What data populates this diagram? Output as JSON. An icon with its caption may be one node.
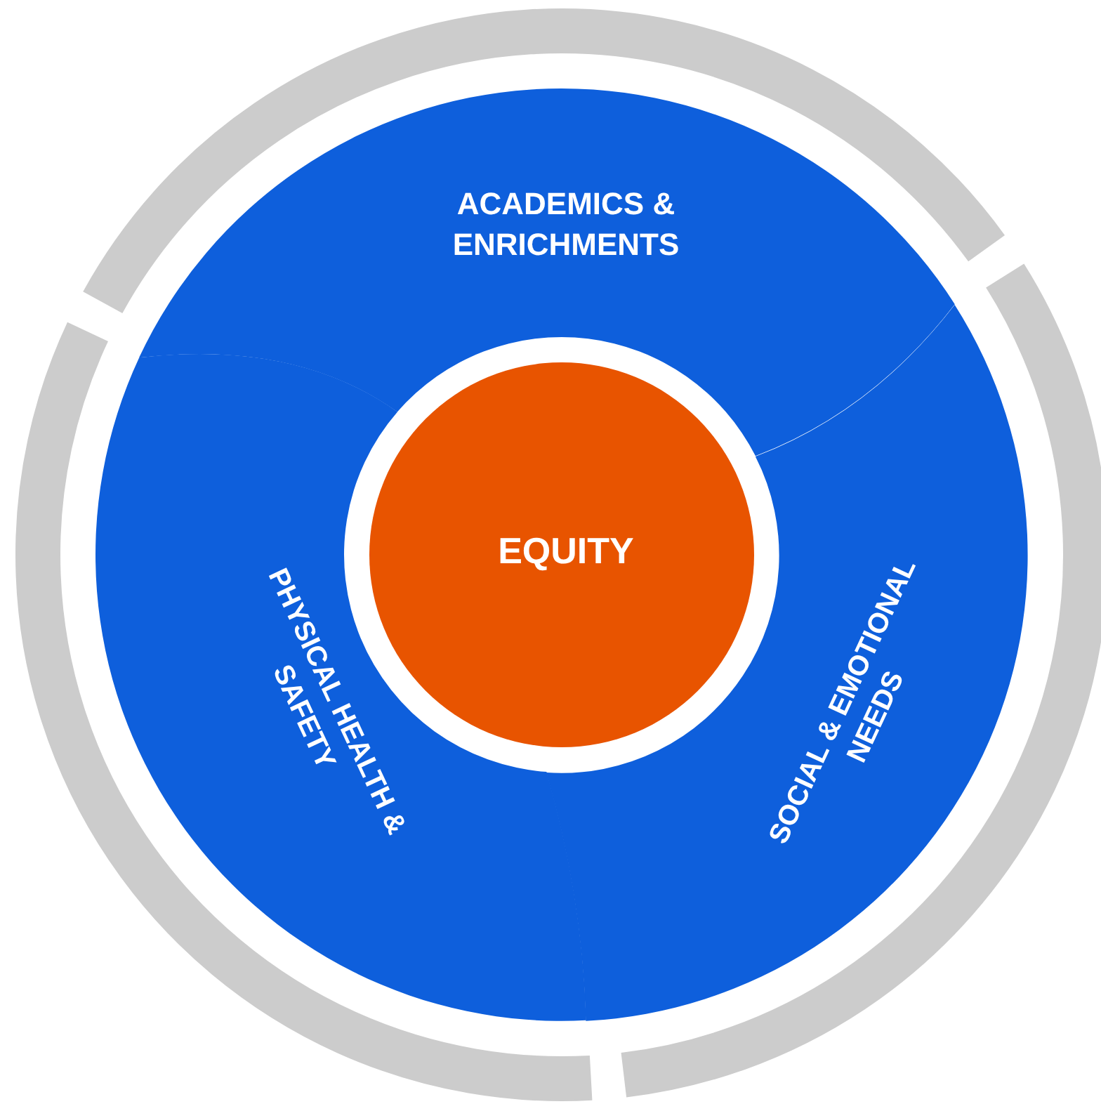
{
  "diagram": {
    "nodes": [
      {
        "text": [
          "ACADEMICS & ENRICHMENTS"
        ]
      },
      {
        "text": [
          "SOCIAL & EMOTIONAL NEEDS"
        ]
      },
      {
        "text": [
          "PHYSICAL HEALTH & SAFETY"
        ]
      },
      {
        "text": [
          "EQUITY"
        ]
      }
    ]
  }
}
